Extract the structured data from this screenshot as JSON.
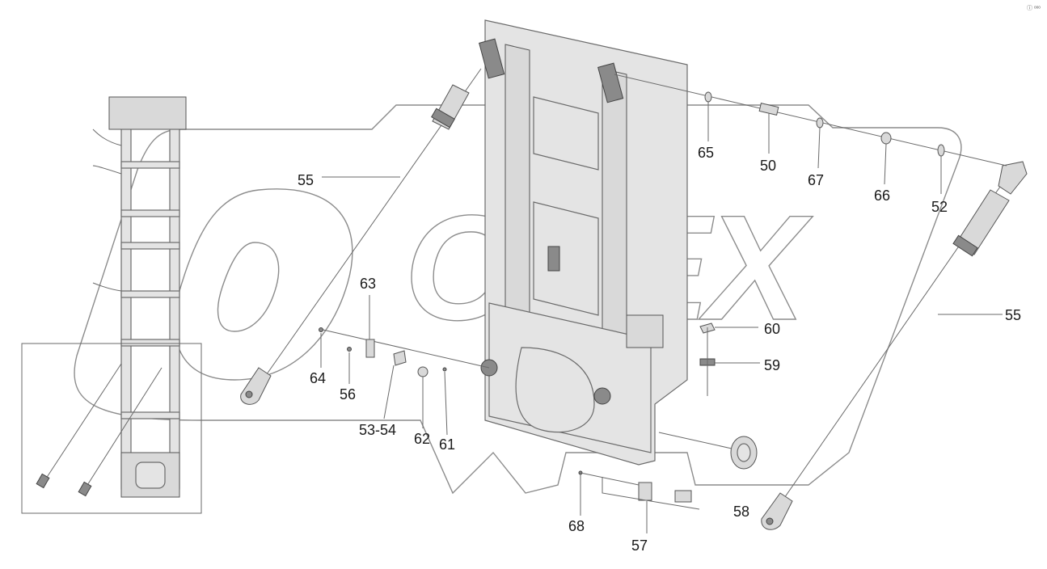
{
  "watermark": {
    "text": "OPEX"
  },
  "corner_mark": "ⓘ ᵒᵒᵒ",
  "callouts": [
    {
      "id": "c55a",
      "text": "55"
    },
    {
      "id": "c55b",
      "text": "55"
    },
    {
      "id": "c65",
      "text": "65"
    },
    {
      "id": "c50",
      "text": "50"
    },
    {
      "id": "c67",
      "text": "67"
    },
    {
      "id": "c66",
      "text": "66"
    },
    {
      "id": "c52",
      "text": "52"
    },
    {
      "id": "c63",
      "text": "63"
    },
    {
      "id": "c64",
      "text": "64"
    },
    {
      "id": "c56",
      "text": "56"
    },
    {
      "id": "c5354",
      "text": "53-54"
    },
    {
      "id": "c62",
      "text": "62"
    },
    {
      "id": "c61",
      "text": "61"
    },
    {
      "id": "c60",
      "text": "60"
    },
    {
      "id": "c59",
      "text": "59"
    },
    {
      "id": "c58",
      "text": "58"
    },
    {
      "id": "c68",
      "text": "68"
    },
    {
      "id": "c57",
      "text": "57"
    }
  ]
}
